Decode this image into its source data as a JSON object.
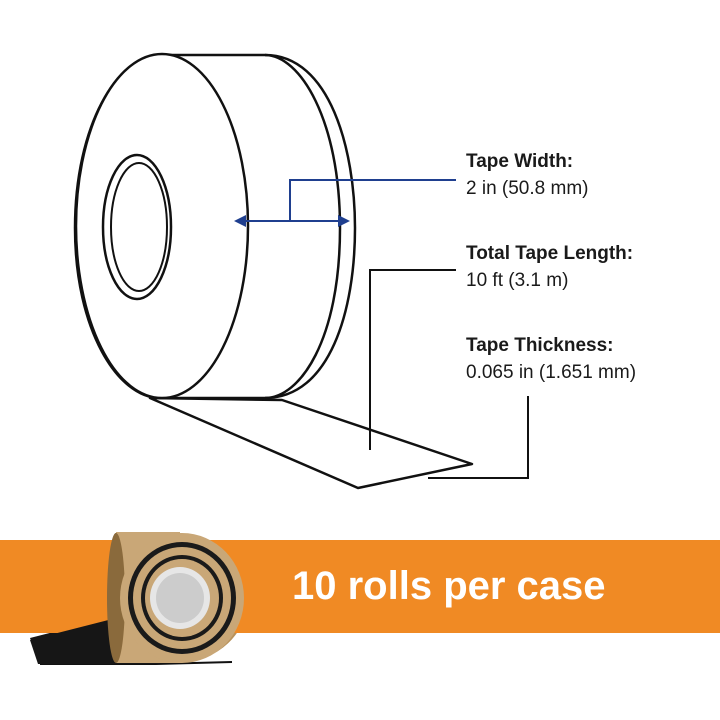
{
  "specs": {
    "width": {
      "label": "Tape Width:",
      "value": "2 in (50.8 mm)"
    },
    "length": {
      "label": "Total Tape Length:",
      "value": "10 ft (3.1 m)"
    },
    "thickness": {
      "label": "Tape Thickness:",
      "value": "0.065 in (1.651 mm)"
    }
  },
  "banner": {
    "text": "10 rolls per case",
    "color": "#f08a24"
  },
  "colors": {
    "outline": "#111111",
    "dimension_line": "#1f3f8f",
    "tape_kraft": "#c9a777",
    "tape_black": "#161616"
  }
}
